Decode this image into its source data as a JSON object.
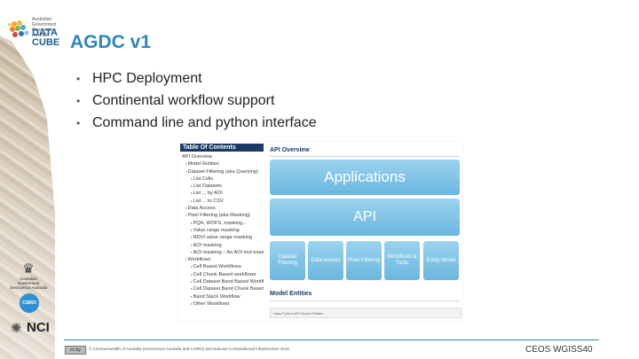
{
  "title": "AGDC v1",
  "bullets": [
    "HPC  Deployment",
    "Continental workflow support",
    "Command line and python interface"
  ],
  "logo_data_cube": {
    "agency": "Australian Government Geoscience Australia",
    "line1": "DATA",
    "line2": "CUBE"
  },
  "screenshot": {
    "toc_header": "Table Of Contents",
    "toc_items": [
      {
        "text": "API Overview",
        "level": 0
      },
      {
        "text": "Model Entities",
        "level": 1
      },
      {
        "text": "Dataset Filtering (aka Querying)",
        "level": 1
      },
      {
        "text": "List Cells",
        "level": 2
      },
      {
        "text": "List Datasets",
        "level": 2
      },
      {
        "text": "List ... by AOI",
        "level": 2
      },
      {
        "text": "List ... to CSV",
        "level": 2
      },
      {
        "text": "Data Access",
        "level": 1
      },
      {
        "text": "Pixel Filtering (aka Masking)",
        "level": 1
      },
      {
        "text": "PQA, WOFS, masking...",
        "level": 2
      },
      {
        "text": "Value range masking",
        "level": 2
      },
      {
        "text": "NDVI value range masking",
        "level": 2
      },
      {
        "text": "AOI masking",
        "level": 2
      },
      {
        "text": "AOI masking – An AOI tool example",
        "level": 2
      },
      {
        "text": "Workflows",
        "level": 1
      },
      {
        "text": "Cell Based Workflows",
        "level": 2
      },
      {
        "text": "Cell Chunk Based workflows",
        "level": 2
      },
      {
        "text": "Cell Dataset Band Based Workflows",
        "level": 2
      },
      {
        "text": "Cell Dataset Band Chunk Based Workflows",
        "level": 2
      },
      {
        "text": "Band Stack Workflow",
        "level": 2
      },
      {
        "text": "Other Workflows",
        "level": 2
      }
    ],
    "api_overview_title": "API Overview",
    "applications_label": "Applications",
    "api_label": "API",
    "components": [
      "Dataset Filtering",
      "Data Access",
      "Pixel Filtering",
      "Workflows & Tools",
      "Entity Model"
    ],
    "model_entities_title": "Model Entities",
    "model_caption": "class Python API Model Entities"
  },
  "logos": {
    "gov_text": "Australian Government Geoscience Australia",
    "csiro": "CSIRO",
    "nci": "NCI"
  },
  "footer": {
    "cc_badge": "cc by",
    "copyright": "© Commonwealth of Australia (Geoscience Australia and CSIRO) and National Computational Infrastructure 2015",
    "label": "CEOS WGISS40"
  }
}
